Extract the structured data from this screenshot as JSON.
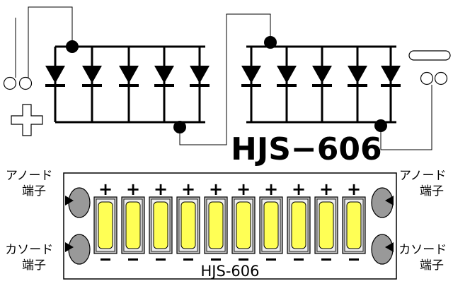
{
  "title": "HJS−606",
  "module_label": "HJS-606",
  "left_top_label": [
    "アノード",
    "端子"
  ],
  "left_bottom_label": [
    "カソード",
    "端子"
  ],
  "right_top_label": [
    "アノード",
    "端子"
  ],
  "right_bottom_label": [
    "カソード",
    "端子"
  ],
  "plus_symbol": "+",
  "minus_symbol": "−",
  "led_count": 10,
  "colors": {
    "led_fill": "#ffff55",
    "led_frame": "#bbbbbb",
    "pad_fill": "#999999",
    "line": "#000000"
  }
}
